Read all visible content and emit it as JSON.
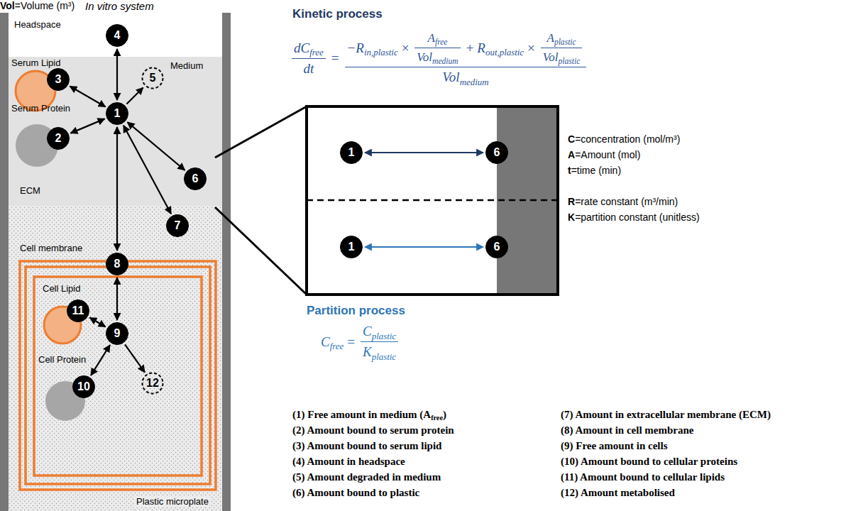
{
  "diagram": {
    "nodes": [
      {
        "text": [
          "1"
        ]
      },
      {
        "text": [
          "2"
        ]
      },
      {
        "text": [
          "3"
        ]
      },
      {
        "text": [
          "4"
        ]
      },
      {
        "text": [
          "5"
        ]
      },
      {
        "text": [
          "6"
        ]
      },
      {
        "text": [
          "7"
        ]
      },
      {
        "text": [
          "8"
        ]
      },
      {
        "text": [
          "9"
        ]
      },
      {
        "text": [
          "10"
        ]
      },
      {
        "text": [
          "11"
        ]
      },
      {
        "text": [
          "12"
        ]
      },
      {
        "text": [
          "1"
        ]
      },
      {
        "text": [
          "6"
        ]
      },
      {
        "text": [
          "1"
        ]
      },
      {
        "text": [
          "6"
        ]
      }
    ],
    "edges": [
      {
        "from": 0,
        "to": 3,
        "arrow": "both"
      },
      {
        "from": 0,
        "to": 2,
        "arrow": "both"
      },
      {
        "from": 0,
        "to": 1,
        "arrow": "both"
      },
      {
        "from": 0,
        "to": 4,
        "arrow": "to"
      },
      {
        "from": 0,
        "to": 5,
        "arrow": "both"
      },
      {
        "from": 0,
        "to": 6,
        "arrow": "both"
      },
      {
        "from": 0,
        "to": 7,
        "arrow": "both"
      },
      {
        "from": 7,
        "to": 8,
        "arrow": "both"
      },
      {
        "from": 8,
        "to": 10,
        "arrow": "both"
      },
      {
        "from": 8,
        "to": 9,
        "arrow": "both"
      },
      {
        "from": 8,
        "to": 11,
        "arrow": "to"
      },
      {
        "from": 12,
        "to": 13,
        "arrow": "both"
      },
      {
        "from": 14,
        "to": 15,
        "arrow": "both"
      }
    ],
    "labels": [
      "In vitro system",
      "Headspace",
      "Serum Lipid",
      "Medium",
      "Serum Protein",
      "ECM",
      "Cell membrane",
      "Cell Lipid",
      "Cell Protein",
      "Plastic microplate",
      "Kinetic process",
      "Partition process",
      "dC",
      "free",
      "dt",
      "=",
      "−R",
      "in,plastic",
      "×",
      "A",
      "free",
      "Vol",
      "medium",
      "+",
      "R",
      "out,plastic",
      "×",
      "A",
      "plastic",
      "Vol",
      "plastic",
      "Vol",
      "medium",
      "C",
      "free",
      "=",
      "C",
      "plastic",
      "K",
      "plastic",
      "C",
      "=concentration (mol/m³)",
      "A",
      "=Amount (mol)",
      "t",
      "=time (min)",
      "Vol",
      "=Volume (m³)",
      "R",
      "=rate constant (m³/min)",
      "K",
      "=partition constant (unitless)",
      "(1) Free amount in medium (A",
      "free",
      ")",
      "(2) Amount bound to serum protein",
      "(3) Amount bound to serum lipid",
      "(4) Amount in headspace",
      "(5) Amount degraded in medium",
      "(6) Amount bound to plastic",
      "(7) Amount in extracellular membrane (ECM)",
      "(8) Amount in cell membrane",
      "(9) Free amount in cells",
      "(10) Amount bound to cellular proteins",
      "(11) Amount bound to cellular lipids",
      "(12) Amount metabolised"
    ]
  }
}
